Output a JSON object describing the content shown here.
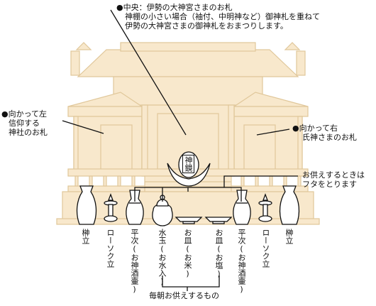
{
  "labels": {
    "center_line1": "中央：伊勢の大神宮さまのお札",
    "center_line2": "神棚の小さい場合（袖付、中明神など）御神札を重ねて",
    "center_line3": "伊勢の大神宮さまの御神札をおまつりします。",
    "left_line1": "向かって左",
    "left_line2": "信仰する",
    "left_line3": "神社のお札",
    "right_line1": "向かって右",
    "right_line2": "氏神さまのお札",
    "lid_line1": "お供えするときは",
    "lid_line2": "フタをとります",
    "mirror": "神鏡",
    "daily": "毎朝お供えするもの",
    "bullet": "●"
  },
  "items": [
    "榊立",
    "ローソク立",
    "平次(お神酒壷)",
    "水玉(お水入)",
    "お皿(お米)",
    "お皿(お塩)",
    "平次(お神酒壷)",
    "ローソク立",
    "榊立"
  ],
  "colors": {
    "shrine_fill": "#f8e8cc",
    "shrine_line": "#e0c79a",
    "ink": "#111111"
  }
}
